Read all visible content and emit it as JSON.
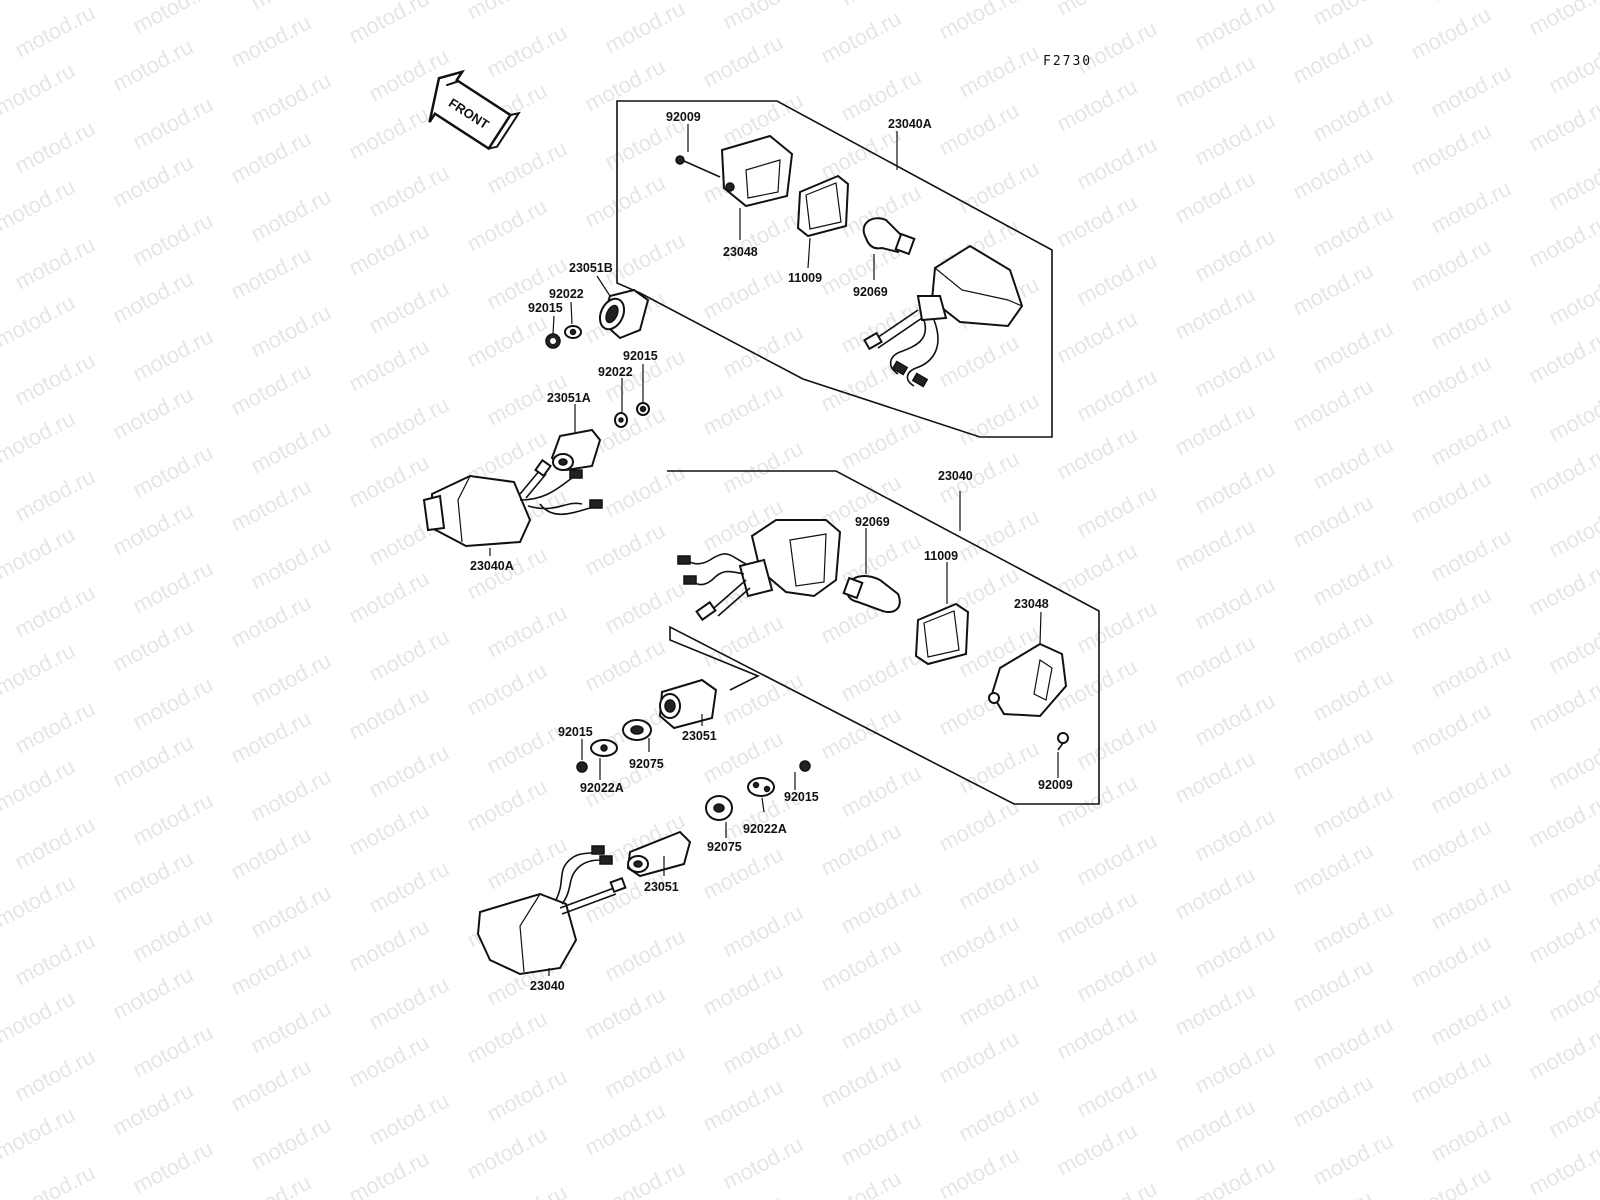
{
  "diagram": {
    "figure_code": "F2730",
    "front_arrow_text": "FRONT",
    "watermark_text": "motod.ru",
    "labels": {
      "p92009_top": "92009",
      "p23040A_box": "23040A",
      "p23048_top": "23048",
      "p11009_top": "11009",
      "p92069_top": "92069",
      "p23051B": "23051B",
      "p92022_a": "92022",
      "p92015_a": "92015",
      "p92015_b": "92015",
      "p92022_b": "92022",
      "p23051A": "23051A",
      "p23040A_left": "23040A",
      "p23040_box": "23040",
      "p92069_mid": "92069",
      "p11009_mid": "11009",
      "p23048_mid": "23048",
      "p23051_mid": "23051",
      "p92015_c": "92015",
      "p92075_a": "92075",
      "p92022A_a": "92022A",
      "p92015_d": "92015",
      "p92022A_b": "92022A",
      "p92075_b": "92075",
      "p23051_low": "23051",
      "p92009_mid": "92009",
      "p23040_low": "23040"
    }
  }
}
